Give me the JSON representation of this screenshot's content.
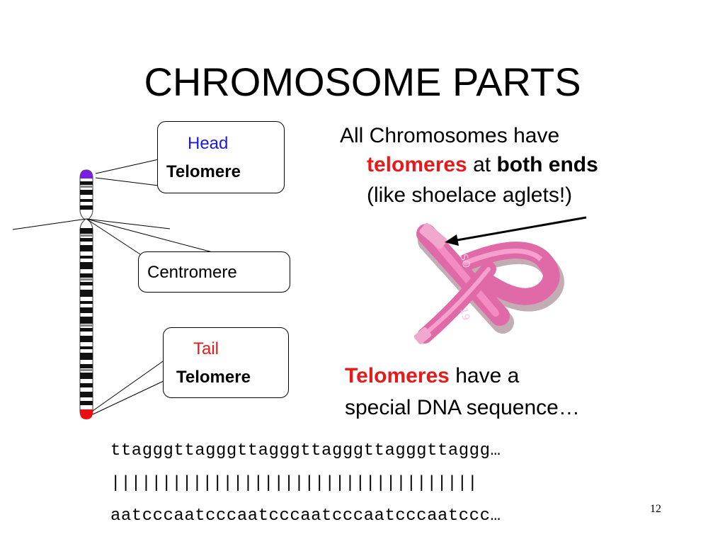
{
  "slide": {
    "title": "CHROMOSOME PARTS",
    "page_number": "12"
  },
  "callouts": {
    "head": {
      "colored_label": "Head",
      "word": "Telomere"
    },
    "centromere": {
      "label": "Centromere"
    },
    "tail": {
      "colored_label": "Tail",
      "word": "Telomere"
    }
  },
  "statement": {
    "line1": "All Chromosomes have",
    "telomeres": "telomeres",
    "at": "at",
    "both_ends": "both ends",
    "line3": "(like shoelace aglets!)"
  },
  "sequence_intro": {
    "telomeres": "Telomeres",
    "have_a": "have a",
    "line2": "special DNA sequence…"
  },
  "dna": {
    "top_strand": "ttagggttagggttagggttagggttagggttaggg…",
    "pairs": "||||||||||||||||||||||||||||||||||||",
    "bottom_strand": "aatcccaatcccaatcccaatcccaatcccaatccc…"
  },
  "colors": {
    "head_telomere": "#7a1fe0",
    "tail_telomere": "#e81010",
    "head_label": "#1a1ae6",
    "tail_label": "#e61a1a",
    "shoelace": "#e06aa8"
  },
  "icons": {
    "chromosome": "chromosome-ideogram-icon",
    "shoelace": "pink-shoelace-icon",
    "arrow": "arrow-pointer-icon"
  }
}
